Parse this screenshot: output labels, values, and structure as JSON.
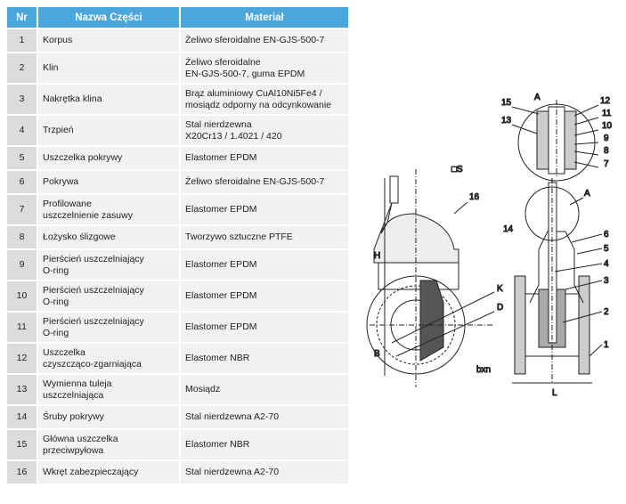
{
  "table": {
    "headers": [
      "Nr",
      "Nazwa Części",
      "Materiał"
    ],
    "rows": [
      {
        "nr": "1",
        "name": "Korpus",
        "material": "Żeliwo sferoidalne EN-GJS-500-7"
      },
      {
        "nr": "2",
        "name": "Klin",
        "material": "Żeliwo sferoidalne\nEN-GJS-500-7, guma EPDM"
      },
      {
        "nr": "3",
        "name": "Nakrętka klina",
        "material": "Brąz aluminiowy CuAl10Ni5Fe4 /\nmosiądz odporny na odcynkowanie"
      },
      {
        "nr": "4",
        "name": "Trzpień",
        "material": "Stal nierdzewna\nX20Cr13 / 1.4021 / 420"
      },
      {
        "nr": "5",
        "name": "Uszczelka pokrywy",
        "material": "Elastomer EPDM"
      },
      {
        "nr": "6",
        "name": "Pokrywa",
        "material": "Żeliwo sferoidalne EN-GJS-500-7"
      },
      {
        "nr": "7",
        "name": "Profilowane\nuszczelnienie zasuwy",
        "material": "Elastomer EPDM"
      },
      {
        "nr": "8",
        "name": "Łożysko ślizgowe",
        "material": "Tworzywo sztuczne PTFE"
      },
      {
        "nr": "9",
        "name": "Pierścień uszczelniający\nO-ring",
        "material": "Elastomer EPDM"
      },
      {
        "nr": "10",
        "name": "Pierścień uszczelniający\nO-ring",
        "material": "Elastomer EPDM"
      },
      {
        "nr": "11",
        "name": "Pierścień uszczelniający\nO-ring",
        "material": "Elastomer EPDM"
      },
      {
        "nr": "12",
        "name": "Uszczelka\nczyszcząco-zgarniająca",
        "material": "Elastomer NBR"
      },
      {
        "nr": "13",
        "name": "Wymienna tuleja\nuszczelniająca",
        "material": "Mosiądz"
      },
      {
        "nr": "14",
        "name": "Śruby pokrywy",
        "material": "Stal nierdzewna A2-70"
      },
      {
        "nr": "15",
        "name": "Główna uszczelka\nprzeciwpyłowa",
        "material": "Elastomer NBR"
      },
      {
        "nr": "16",
        "name": "Wkręt zabezpieczający",
        "material": "Stal nierdzewna A2-70"
      }
    ]
  },
  "diagram": {
    "detail_label": "A",
    "dim_s": "□S",
    "dim_h": "H",
    "dim_b": "B",
    "dim_l": "L",
    "dim_k": "K",
    "dim_d": "D",
    "dim_bxn": "bxn",
    "callout_16": "16",
    "callout_14": "14",
    "callout_a": "A",
    "detail_callouts": [
      "15",
      "13",
      "12",
      "11",
      "10",
      "9",
      "8",
      "7"
    ],
    "side_callouts": [
      "6",
      "5",
      "4",
      "3",
      "2",
      "1"
    ]
  },
  "colors": {
    "header": "#4aa6db",
    "row": "#f1f1f1",
    "nr_cell": "#dcdcdc"
  }
}
